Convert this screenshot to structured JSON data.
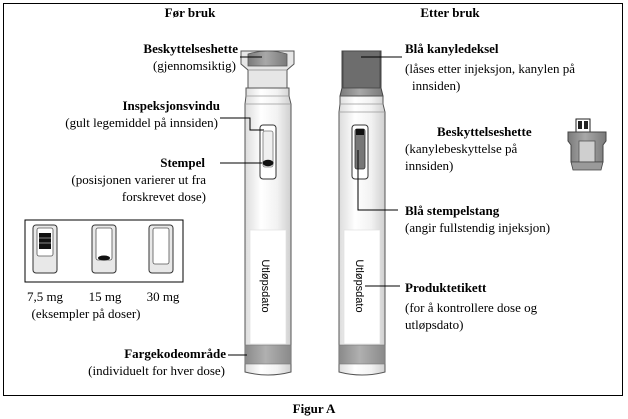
{
  "headers": {
    "before": "Før bruk",
    "after": "Etter bruk"
  },
  "left": {
    "cap": {
      "title": "Beskyttelseshette",
      "desc": [
        "(gjennomsiktig)"
      ]
    },
    "window": {
      "title": "Inspeksjonsvindu",
      "desc": [
        "(gult legemiddel på innsiden)"
      ]
    },
    "plunger": {
      "title": "Stempel",
      "desc": [
        "(posisjonen varierer ut fra",
        "forskrevet dose)"
      ]
    },
    "doses": {
      "values": [
        "7,5 mg",
        "15 mg",
        "30 mg"
      ],
      "note": "(eksempler på doser)"
    },
    "color": {
      "title": "Fargekodeområde",
      "desc": [
        "(individuelt for hver dose)"
      ]
    }
  },
  "right": {
    "shield": {
      "title": "Blå kanyledeksel",
      "desc": [
        "(låses etter injeksjon, kanylen på",
        "innsiden)"
      ]
    },
    "cap": {
      "title": "Beskyttelseshette",
      "desc": [
        "(kanylebeskyttelse på",
        "innsiden)"
      ]
    },
    "rod": {
      "title": "Blå stempelstang",
      "desc": [
        "(angir fullstendig injeksjon)"
      ]
    },
    "label": {
      "title": "Produktetikett",
      "desc": [
        "(for å kontrollere dose og",
        "utløpsdato)"
      ]
    }
  },
  "pen_label": "Utløpsdato",
  "caption": "Figur A",
  "colors": {
    "cap_gray": "#8c8c8c",
    "shield_gray": "#6d6d6d",
    "band_gray": "#9a9a9a",
    "pen_body": "#f4f4f4",
    "outline": "#000000"
  }
}
